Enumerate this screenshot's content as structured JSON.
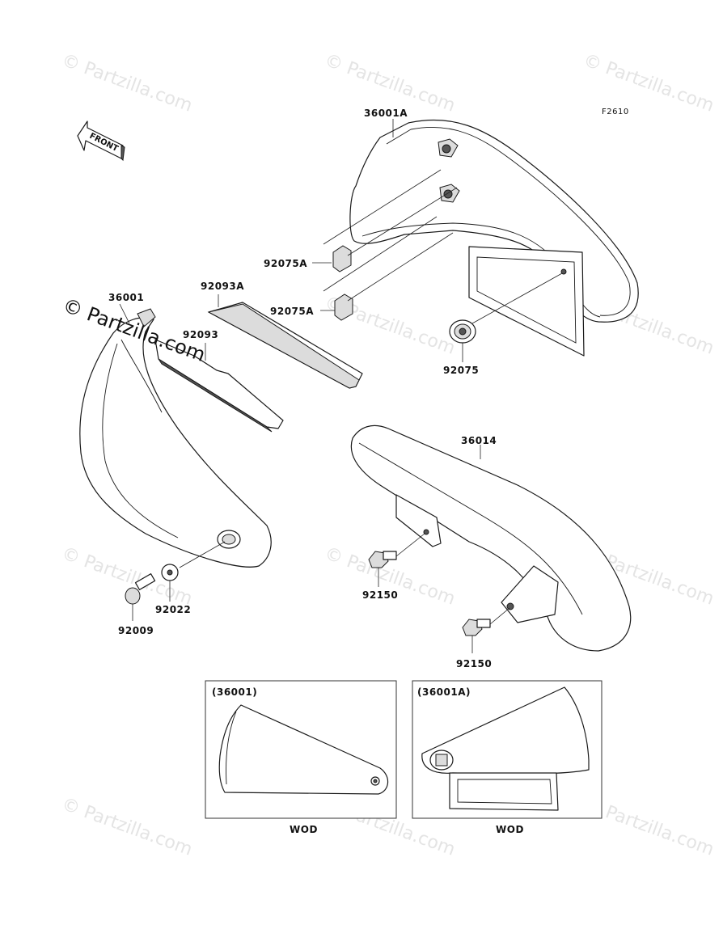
{
  "diagram_ref": "F2610",
  "front_arrow_label": "FRONT",
  "watermark_text": "© Partzilla.com",
  "watermark_large_text": "© Partzilla.com",
  "parts": {
    "p36001A": "36001A",
    "p36001": "36001",
    "p92093A": "92093A",
    "p92093": "92093",
    "p92075A_1": "92075A",
    "p92075A_2": "92075A",
    "p92075": "92075",
    "p36014": "36014",
    "p92150_1": "92150",
    "p92150_2": "92150",
    "p92022": "92022",
    "p92009": "92009"
  },
  "insets": [
    {
      "title": "(36001)",
      "caption": "WOD"
    },
    {
      "title": "(36001A)",
      "caption": "WOD"
    }
  ]
}
